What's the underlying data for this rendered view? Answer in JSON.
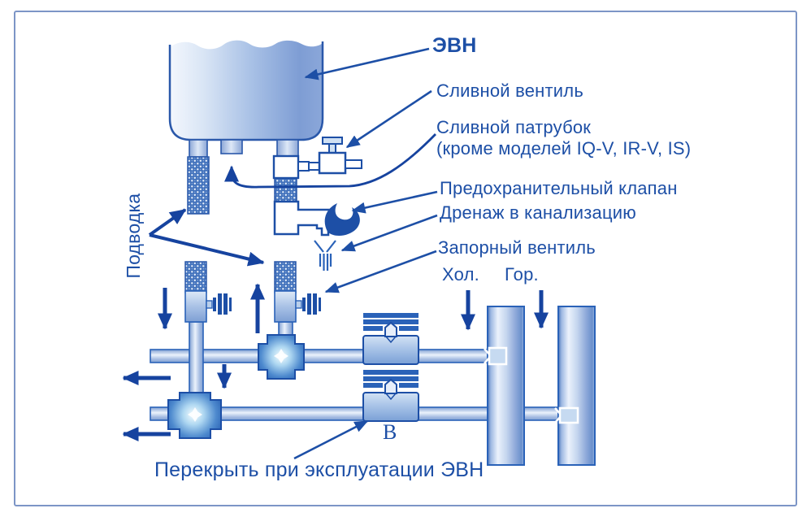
{
  "labels": {
    "evn": "ЭВН",
    "drain_valve": "Сливной вентиль",
    "drain_pipe_line1": "Сливной патрубок",
    "drain_pipe_line2": "(кроме моделей IQ-V, IR-V, IS)",
    "safety_valve": "Предохранительный клапан",
    "drainage": "Дренаж в канализацию",
    "shutoff_valve": "Запорный вентиль",
    "cold": "Хол.",
    "hot": "Гор.",
    "supply": "Подводка",
    "close_note": "Перекрыть при эксплуатации ЭВН",
    "valve_letter": "В"
  },
  "colors": {
    "label_text": "#1d4fa6",
    "outline": "#1e52a8",
    "arrow": "#16439f",
    "frame_border": "#7c95c6",
    "splash": "#1d4fa6",
    "background": "#ffffff"
  }
}
